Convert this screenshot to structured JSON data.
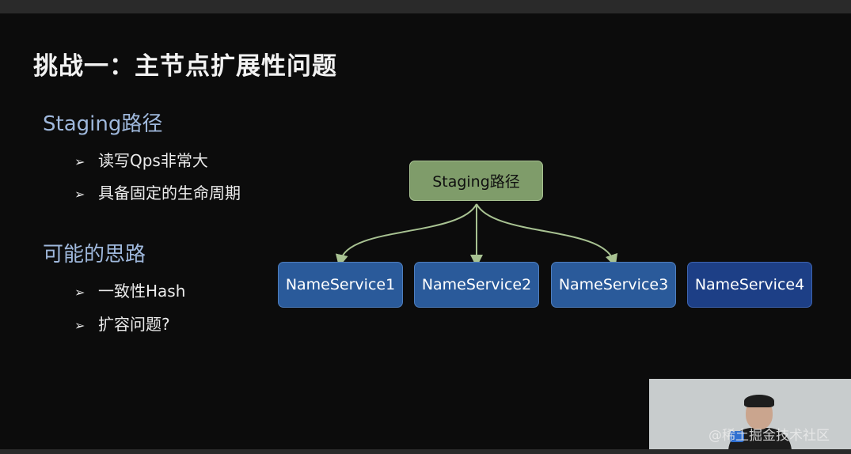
{
  "slide": {
    "title": "挑战一：主节点扩展性问题",
    "sections": [
      {
        "heading": "Staging路径",
        "bullets": [
          "读写Qps非常大",
          "具备固定的生命周期"
        ]
      },
      {
        "heading": "可能的思路",
        "bullets": [
          "一致性Hash",
          "扩容问题?"
        ]
      }
    ],
    "bullet_marker": "➢"
  },
  "diagram": {
    "root": "Staging路径",
    "children": [
      "NameService1",
      "NameService2",
      "NameService3",
      "NameService4"
    ],
    "colors": {
      "root_fill": "#7f9c6a",
      "node_fill": "#2a5a9a",
      "node4_fill": "#1d3f86",
      "connector": "#a8c292"
    }
  },
  "watermark": "@稀土掘金技术社区"
}
